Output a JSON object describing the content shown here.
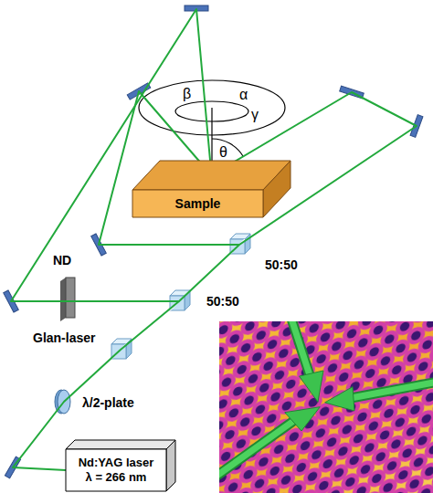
{
  "diagram": {
    "nodes": [
      {
        "text": [
          "Sample"
        ]
      },
      {
        "text": [
          "Nd:YAG laser",
          "λ = 266 nm"
        ]
      }
    ],
    "edges": [
      {
        "from": 1,
        "to": 0,
        "arrow": "to"
      }
    ],
    "labels": [
      "β",
      "α",
      "γ",
      "θ",
      "50:50",
      "ND",
      "50:50",
      "Glan-laser",
      "λ/2-plate"
    ]
  }
}
